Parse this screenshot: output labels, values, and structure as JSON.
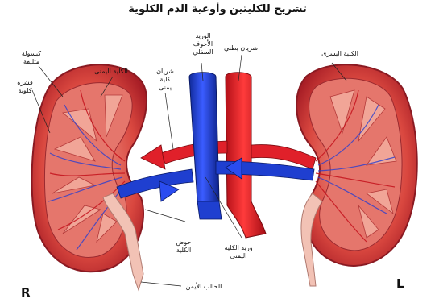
{
  "title": "تشريح للكليتين وأوعية الدم الكلوية",
  "labels": {
    "ivc": [
      "الوريد",
      "الأجوف",
      "السفلي"
    ],
    "aorta": "شريان بطني",
    "left_kidney": "الكلية اليسرى",
    "right_kidney": "الكلية اليمنى",
    "fibrous_capsule": [
      "كبسولة",
      "متليفة"
    ],
    "renal_cortex": [
      "قشرة",
      "كلوية"
    ],
    "right_renal_artery": [
      "شريان",
      "كلية",
      "يمنى"
    ],
    "renal_pelvis": [
      "حوض",
      "الكلية"
    ],
    "right_renal_vein": [
      "وريد الكلية",
      "اليمنى"
    ],
    "right_ureter": "الحالب الأيمن"
  },
  "side_markers": {
    "right": "R",
    "left": "L"
  },
  "colors": {
    "artery": "#e0202a",
    "vein": "#1f3fd0",
    "kidney_outer": "#c8323a",
    "kidney_inner": "#e87a72",
    "pelvis": "#f2c2b5"
  }
}
